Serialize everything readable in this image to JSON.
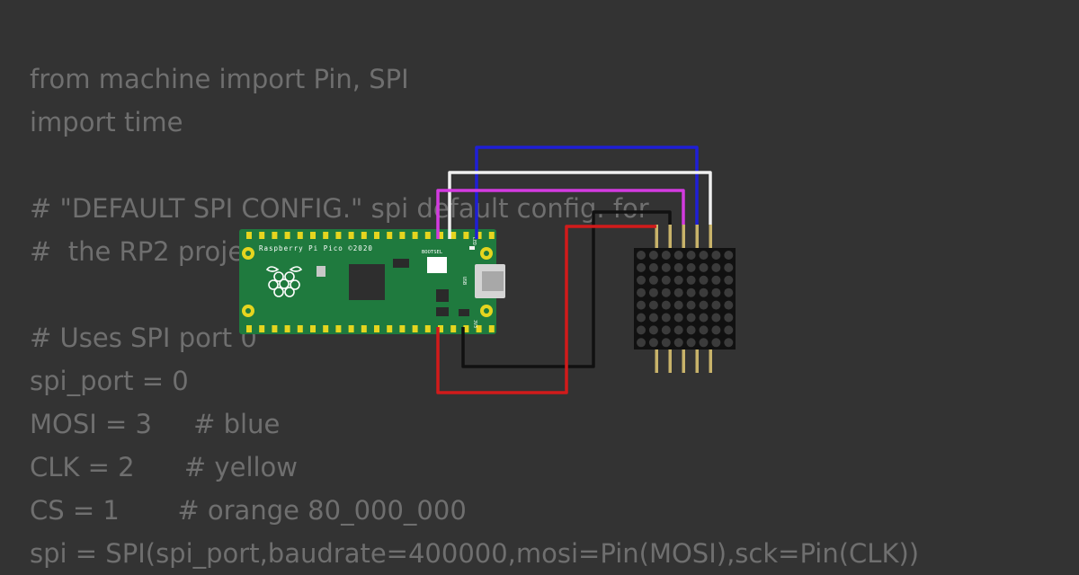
{
  "code_lines": [
    "from machine import Pin, SPI",
    "import time",
    "",
    "# \"DEFAULT SPI CONFIG.\" spi default config. for",
    "#  the RP2 project",
    "",
    "# Uses SPI port 0",
    "spi_port = 0",
    "MOSI = 3     # blue",
    "CLK = 2      # yellow",
    "CS = 1       # orange 80_000_000",
    "spi = SPI(spi_port,baudrate=400000,mosi=Pin(MOSI),sck=Pin(CLK))"
  ],
  "board": {
    "title": "Raspberry Pi Pico ©2020",
    "bootsel": "BOOTSEL",
    "usb": "USB",
    "led": "LED",
    "vsys": "3V3"
  },
  "colors": {
    "background": "#333333",
    "code_text": "#6f6f6f",
    "board": "#1f7a3e",
    "wire_blue": "#1f1fd6",
    "wire_white": "#f0f0f0",
    "wire_magenta": "#d33be0",
    "wire_black": "#111111",
    "wire_red": "#d11b1b"
  },
  "icons": {
    "board_logo": "raspberry-pi-logo-icon"
  }
}
